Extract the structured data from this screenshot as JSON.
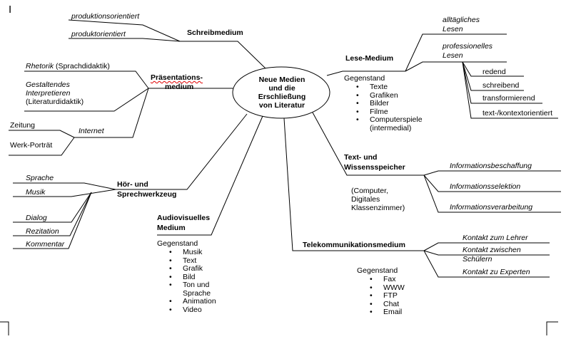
{
  "center": {
    "lines": [
      "Neue Medien",
      "und die",
      "Erschließung",
      "von Literatur"
    ]
  },
  "cursor_mark": "I",
  "schreibmedium": {
    "title": "Schreibmedium",
    "items": [
      "produktionsorientiert",
      "produktorientiert"
    ]
  },
  "praesentation": {
    "title_line1": "Präsentations-",
    "title_line2": "medium",
    "rhetorik_italic": "Rhetorik",
    "rhetorik_normal": "(Sprachdidaktik)",
    "gestaltendes_1": "Gestaltendes",
    "gestaltendes_2": "Interpretieren",
    "gestaltendes_3": "(Literaturdidaktik)",
    "internet": "Internet",
    "zeitung": "Zeitung",
    "werk_portraet": "Werk-Porträt"
  },
  "hoer": {
    "title_line1": "Hör- und",
    "title_line2": "Sprechwerkzeug",
    "items": [
      "Sprache",
      "Musik",
      "Dialog",
      "Rezitation",
      "Kommentar"
    ]
  },
  "audiovisuell": {
    "title_line1": "Audiovisuelles",
    "title_line2": "Medium",
    "gegenstand": "Gegenstand",
    "items": [
      "Musik",
      "Text",
      "Grafik",
      "Bild",
      "Ton und",
      "Sprache",
      "Animation",
      "Video"
    ]
  },
  "lese": {
    "title": "Lese-Medium",
    "alltaeglich_1": "alltägliches",
    "alltaeglich_2": "Lesen",
    "professionell_1": "professionelles",
    "professionell_2": "Lesen",
    "prof_items": [
      "redend",
      "schreibend",
      "transformierend",
      "text-/kontextorientiert"
    ],
    "gegenstand": "Gegenstand",
    "items": [
      "Texte",
      "Grafiken",
      "Bilder",
      "Filme",
      "Computerspiele",
      "(intermedial)"
    ]
  },
  "text_wissen": {
    "title_line1": "Text- und",
    "title_line2": "Wissensspeicher",
    "sub_1": "(Computer,",
    "sub_2": "Digitales",
    "sub_3": "Klassenzimmer)",
    "items": [
      "Informationsbeschaffung",
      "Informationsselektion",
      "Informationsverarbeitung"
    ]
  },
  "tele": {
    "title": "Telekommunikationsmedium",
    "items": [
      "Kontakt zum Lehrer",
      "Kontakt zwischen",
      "Schülern",
      "Kontakt zu Experten"
    ],
    "gegenstand": "Gegenstand",
    "bullets": [
      "Fax",
      "WWW",
      "FTP",
      "Chat",
      "Email"
    ]
  }
}
